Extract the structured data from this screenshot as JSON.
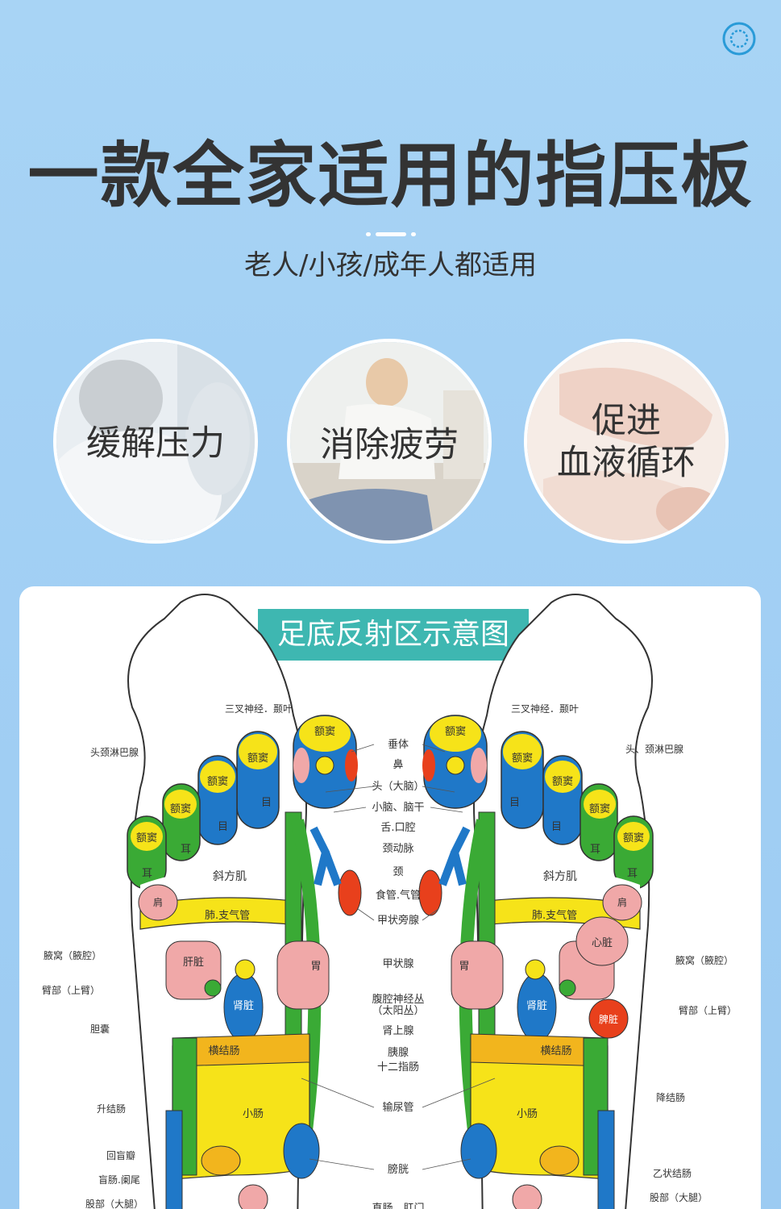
{
  "header": {
    "headline": "一款全家适用的指压板",
    "subtitle": "老人/小孩/成年人都适用",
    "settings_icon": "gear-icon"
  },
  "benefits": [
    {
      "label": "缓解压力"
    },
    {
      "label_line1": "消除疲劳"
    },
    {
      "label_line1": "促进",
      "label_line2": "血液循环"
    }
  ],
  "diagram": {
    "title": "足底反射区示意图",
    "left_foot": {
      "outside_labels": [
        "头颈淋巴腺",
        "腋窝（腋腔）",
        "臂部（上臂）",
        "胆囊",
        "升结肠",
        "回盲瓣",
        "盲肠.阑尾",
        "股部（大腿）"
      ],
      "top_label": "三叉神经．颞叶",
      "inner_labels": {
        "nose_sinus": "额窦",
        "eye": "目",
        "ear": "耳",
        "trapezius": "斜方肌",
        "shoulder": "肩",
        "lung": "肺.支气管",
        "liver": "肝脏",
        "kidney": "肾脏",
        "stomach": "胃",
        "transverse_colon": "横结肠",
        "small_intestine": "小肠"
      }
    },
    "right_foot": {
      "outside_labels": [
        "头、颈淋巴腺",
        "腋窝（腋腔）",
        "臂部（上臂）",
        "降结肠",
        "乙状结肠",
        "股部（大腿）"
      ],
      "top_label": "三叉神经．颞叶",
      "inner_labels": {
        "nose_sinus": "额窦",
        "eye": "目",
        "ear": "耳",
        "trapezius": "斜方肌",
        "shoulder": "肩",
        "lung": "肺.支气管",
        "heart": "心脏",
        "spleen": "脾脏",
        "kidney": "肾脏",
        "stomach": "胃",
        "transverse_colon": "横结肠",
        "small_intestine": "小肠"
      }
    },
    "center_labels": [
      "垂体",
      "鼻",
      "头（大脑）",
      "小脑、脑干",
      "舌.口腔",
      "颈动脉",
      "颈",
      "食管.气管",
      "甲状旁腺",
      "甲状腺",
      "腹腔神经丛",
      "（太阳丛）",
      "肾上腺",
      "胰腺",
      "十二指肠",
      "输尿管",
      "膀胱",
      "直肠、肛门"
    ]
  },
  "colors": {
    "bg": "#a3d0f4",
    "accent_teal": "#3eb7b1",
    "zone_yellow": "#f6e319",
    "zone_blue": "#1f78c8",
    "zone_green": "#3aaa35",
    "zone_pink": "#f0a8a8",
    "zone_red": "#e8401c",
    "zone_orange": "#f2b51d"
  }
}
